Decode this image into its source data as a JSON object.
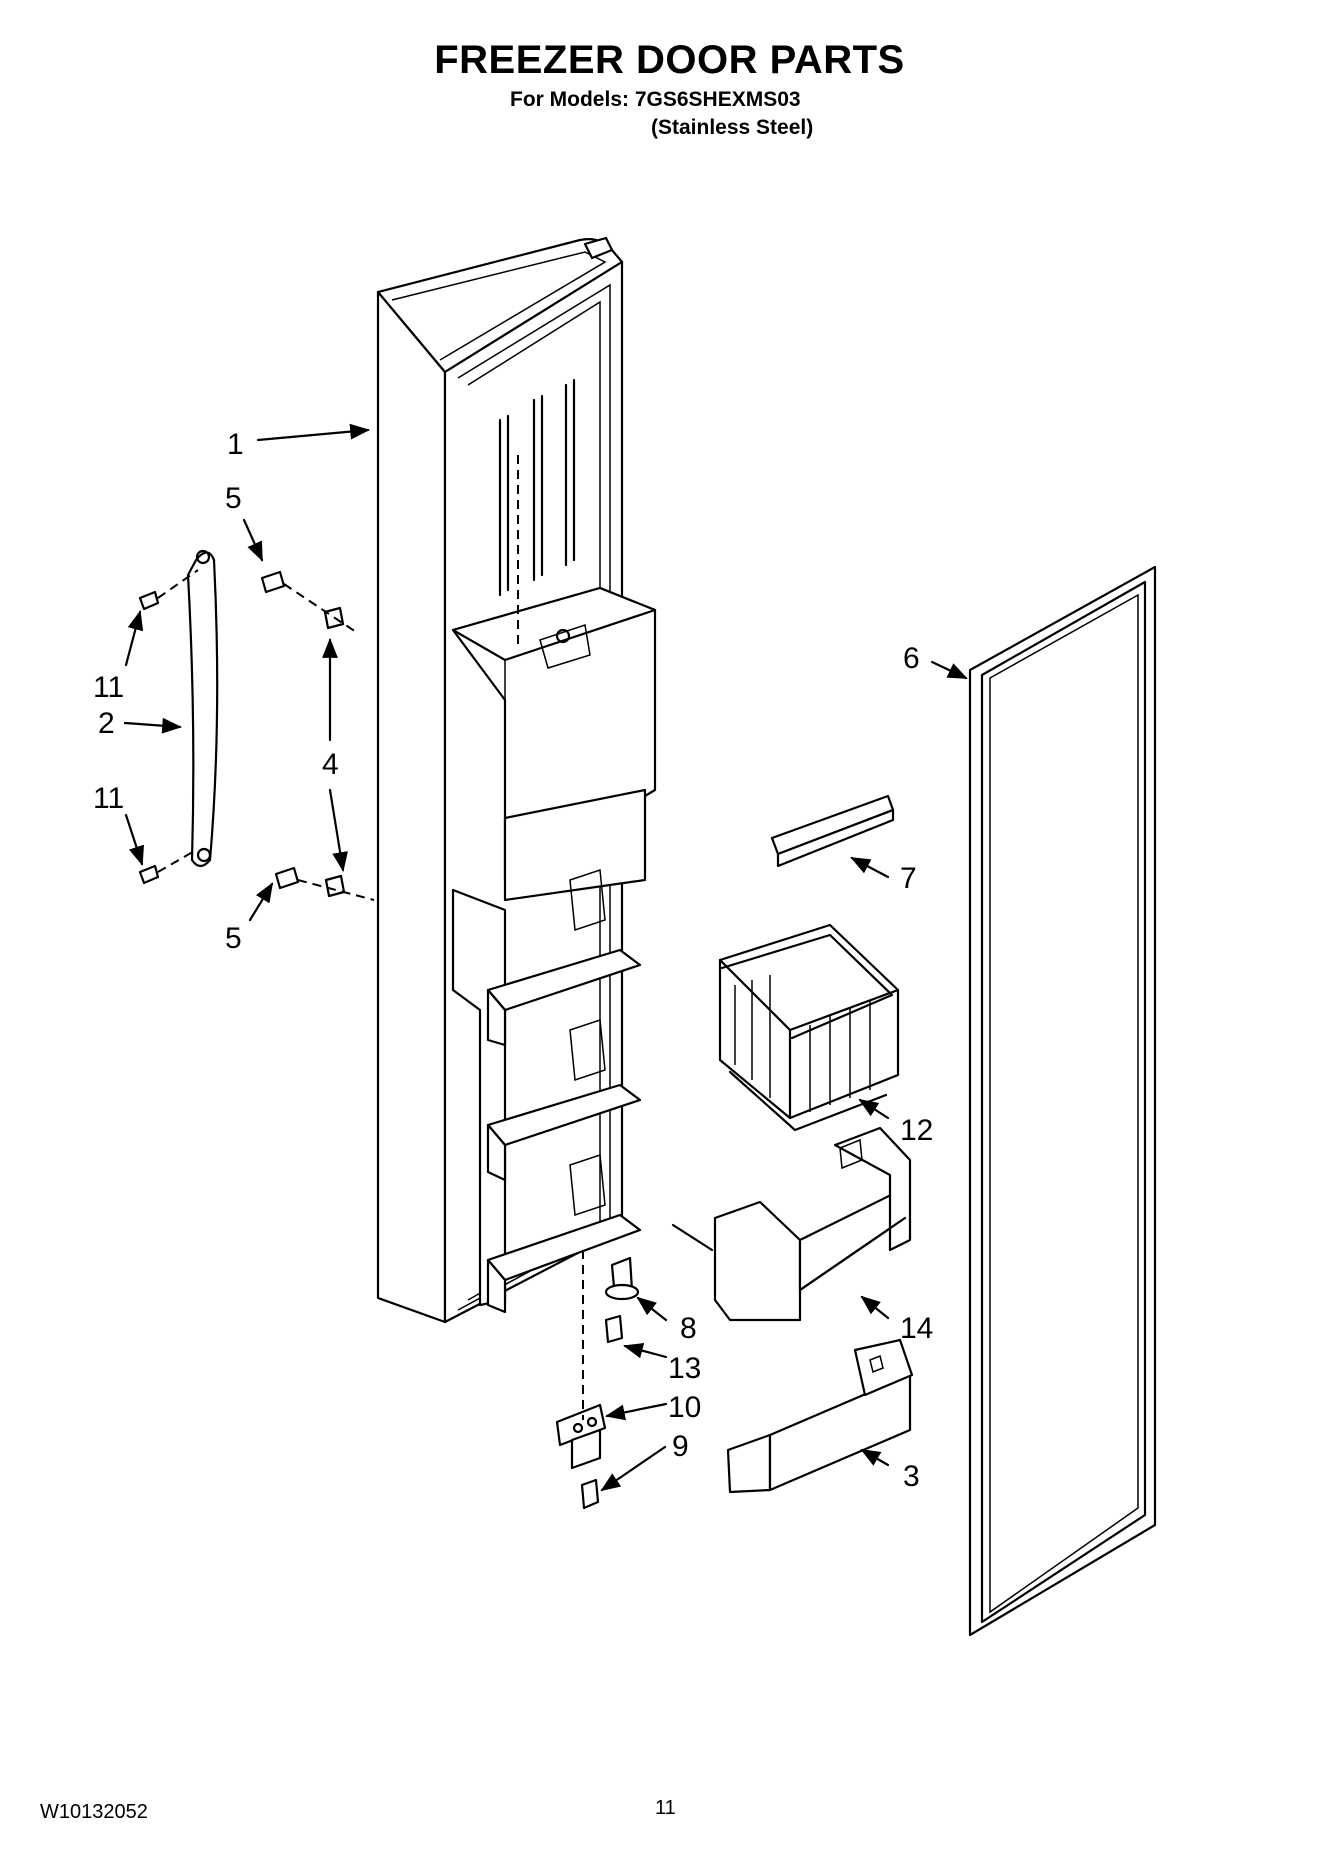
{
  "header": {
    "title": "FREEZER DOOR PARTS",
    "models_line": "For Models: 7GS6SHEXMS03",
    "finish_line": "(Stainless Steel)"
  },
  "callouts": [
    "1",
    "5",
    "11",
    "2",
    "4",
    "11",
    "5",
    "6",
    "7",
    "12",
    "14",
    "8",
    "13",
    "10",
    "9",
    "3"
  ],
  "footer": {
    "doc_number": "W10132052",
    "page_number": "11"
  }
}
